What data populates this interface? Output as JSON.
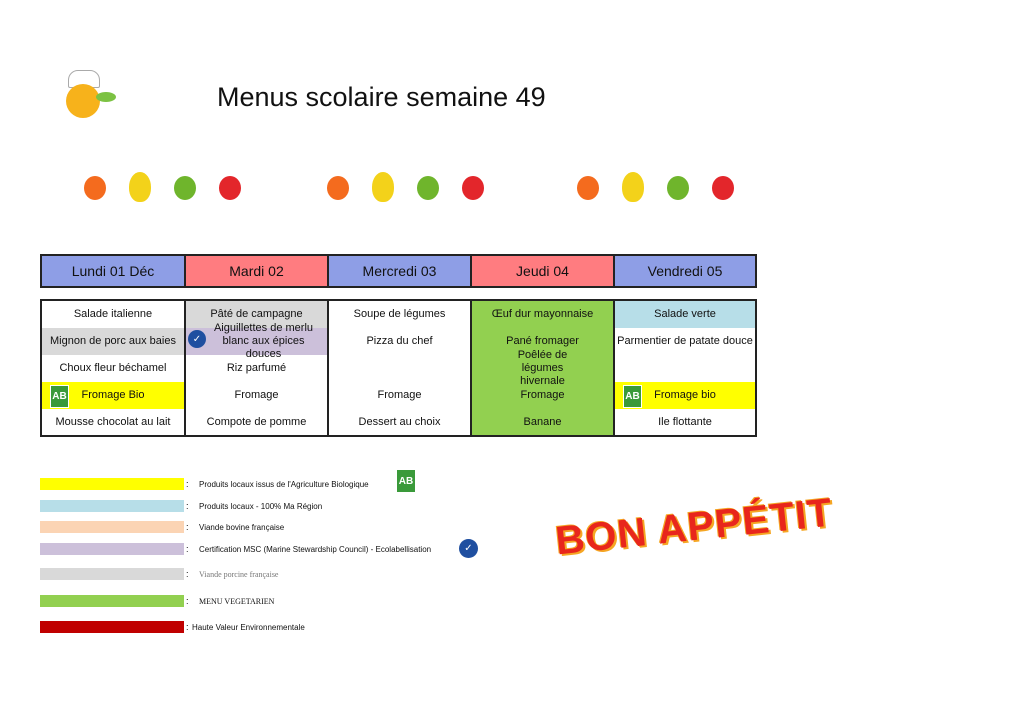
{
  "title": "Menus scolaire semaine 49",
  "days": [
    {
      "label": "Lundi 01 Déc",
      "color": "#8e9ee6",
      "items": [
        "Salade italienne",
        "Mignon de porc aux baies",
        "Choux fleur béchamel",
        "Fromage Bio",
        "Mousse chocolat au lait"
      ]
    },
    {
      "label": "Mardi 02",
      "color": "#ff7c80",
      "items": [
        "Pâté de campagne",
        "Aiguillettes de merlu blanc aux épices douces",
        "Riz parfumé",
        "Fromage",
        "Compote de pomme"
      ]
    },
    {
      "label": "Mercredi 03",
      "color": "#8e9ee6",
      "items": [
        "Soupe de légumes",
        "Pizza du chef",
        "",
        "Fromage",
        "Dessert au choix"
      ]
    },
    {
      "label": "Jeudi 04",
      "color": "#ff7c80",
      "items": [
        "Œuf dur mayonnaise",
        "Pané fromager",
        "Poêlée de légumes hivernale",
        "Fromage",
        "Banane"
      ]
    },
    {
      "label": "Vendredi 05",
      "color": "#8e9ee6",
      "items": [
        "Salade verte",
        "Parmentier de patate douce",
        "",
        "Fromage bio",
        "Ile flottante"
      ]
    }
  ],
  "legend": [
    {
      "color": "#ffff00",
      "text": "Produits locaux issus de l'Agriculture Biologique"
    },
    {
      "color": "#b7dee8",
      "text": "Produits locaux - 100% Ma Région"
    },
    {
      "color": "#fbd4b4",
      "text": "Viande bovine française"
    },
    {
      "color": "#ccc0da",
      "text": "Certification MSC (Marine Stewardship Council) - Ecolabellisation"
    },
    {
      "color": "#d9d9d9",
      "text": "Viande porcine française"
    },
    {
      "color": "#92d050",
      "text": "MENU VEGETARIEN"
    },
    {
      "color": "#c00000",
      "text": "Haute Valeur Environnementale"
    }
  ],
  "legend_sep": ":",
  "ab_logo": "AB",
  "bon_appetit": "BON  APPÉTIT"
}
